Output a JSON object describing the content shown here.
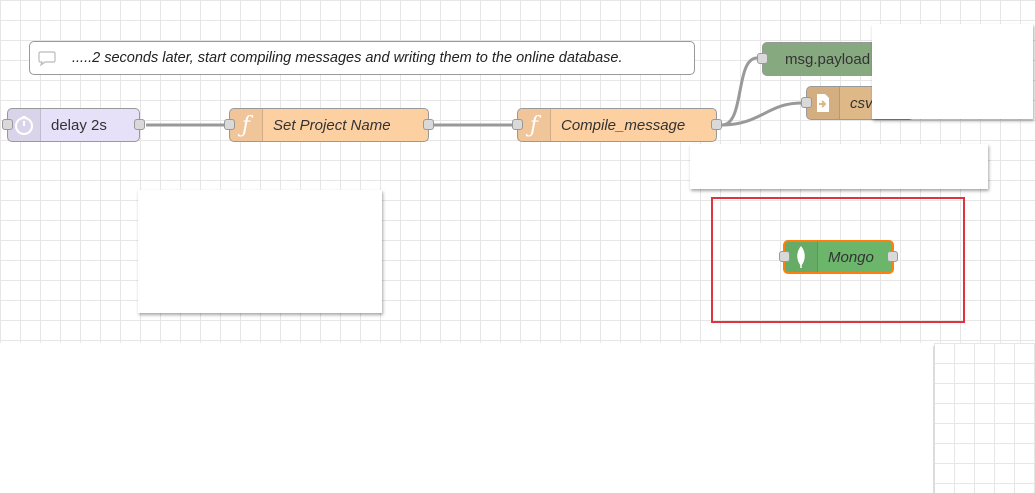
{
  "flow": {
    "comment": {
      "text": ".....2 seconds later, start compiling messages and writing them to the online database.",
      "icon": "comment-icon"
    },
    "nodes": [
      {
        "id": "delay",
        "label": "delay 2s",
        "icon": "timer-icon",
        "color": "#e6e0f8"
      },
      {
        "id": "set-project",
        "label": "Set Project Name",
        "icon": "function-icon",
        "color": "#fdd0a2"
      },
      {
        "id": "compile",
        "label": "Compile_message",
        "icon": "function-icon",
        "color": "#fdd0a2"
      },
      {
        "id": "debug",
        "label": "msg.payload",
        "icon": "debug-icon",
        "color": "#87a980"
      },
      {
        "id": "csv",
        "label": "csv",
        "icon": "file-icon",
        "color": "#deb887"
      },
      {
        "id": "mongo",
        "label": "Mongo",
        "icon": "mongodb-leaf-icon",
        "color": "#6cb66c"
      }
    ]
  },
  "colors": {
    "highlight": "#e0343c",
    "selected": "#ff7f0e",
    "wire": "#999999"
  }
}
